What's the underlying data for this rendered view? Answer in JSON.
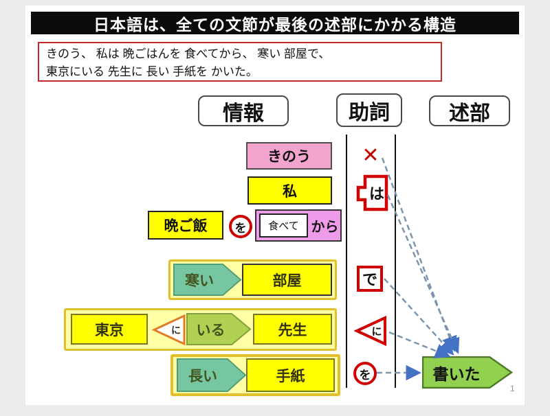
{
  "slide": {
    "title": "日本語は、全ての文節が最後の述部にかかる構造",
    "example_line1": "きのう、 私は  晩ごはんを  食べてから、 寒い  部屋で、",
    "example_line2": "東京にいる  先生に  長い  手紙を  かいた。",
    "page_number": "1"
  },
  "headers": {
    "info": "情報",
    "particle": "助詞",
    "predicate": "述部"
  },
  "rows": {
    "kinou": {
      "label": "きのう",
      "particle": "✕"
    },
    "watashi": {
      "label": "私",
      "particle": "は"
    },
    "bangohan": {
      "label": "晩ご飯",
      "particle": "を",
      "verb": "食べて",
      "conj": "から"
    },
    "heya": {
      "modifier": "寒い",
      "label": "部屋",
      "particle": "で"
    },
    "sensei": {
      "place": "東京",
      "inner_particle": "に",
      "modifier": "いる",
      "label": "先生",
      "particle": "に"
    },
    "tegami": {
      "modifier": "長い",
      "label": "手紙",
      "particle": "を"
    }
  },
  "predicate": {
    "label": "書いた"
  },
  "colors": {
    "title_bg": "#0c0c0c",
    "example_border": "#c62828",
    "pink": "#f2a3ce",
    "yellow": "#ffff00",
    "violet": "#ee9ce9",
    "pale_yellow_group": "#ffffa6",
    "gold_border": "#e4bf2d",
    "green_arrow": "#76c7a1",
    "yellowgreen_arrow": "#b2d152",
    "predicate_green": "#92d050",
    "particle_red": "#d00000",
    "orange_triangle": "#e07b28",
    "dash_line": "#7a95ad",
    "arrowhead_blue": "#4472c4"
  }
}
